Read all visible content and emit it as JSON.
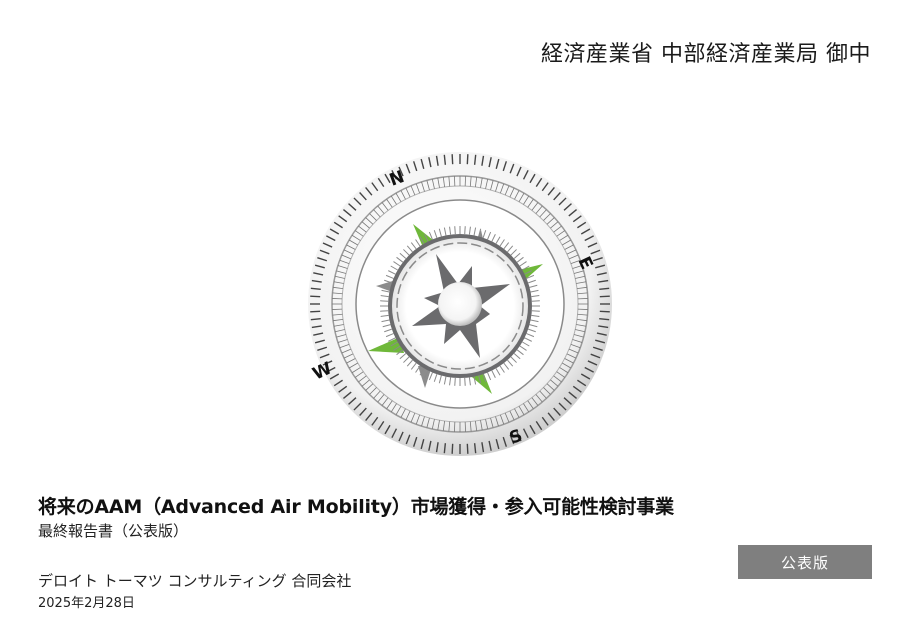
{
  "header": {
    "addressee": "経済産業省 中部経済産業局 御中"
  },
  "cover_image": {
    "icon": "compass-icon",
    "directions": {
      "north": "N",
      "east": "E",
      "south": "S",
      "west": "W"
    },
    "colors": {
      "accent_green": "#6fb83a",
      "star_gray": "#6b6b6d",
      "ring_gray": "#9a9a9a"
    }
  },
  "document": {
    "title": "将来のAAM（Advanced Air Mobility）市場獲得・参入可能性検討事業",
    "subtitle": "最終報告書（公表版）",
    "company": "デロイト トーマツ コンサルティング 合同会社",
    "date": "2025年2月28日"
  },
  "badge": {
    "label": "公表版",
    "color": "#7f7f7f"
  }
}
